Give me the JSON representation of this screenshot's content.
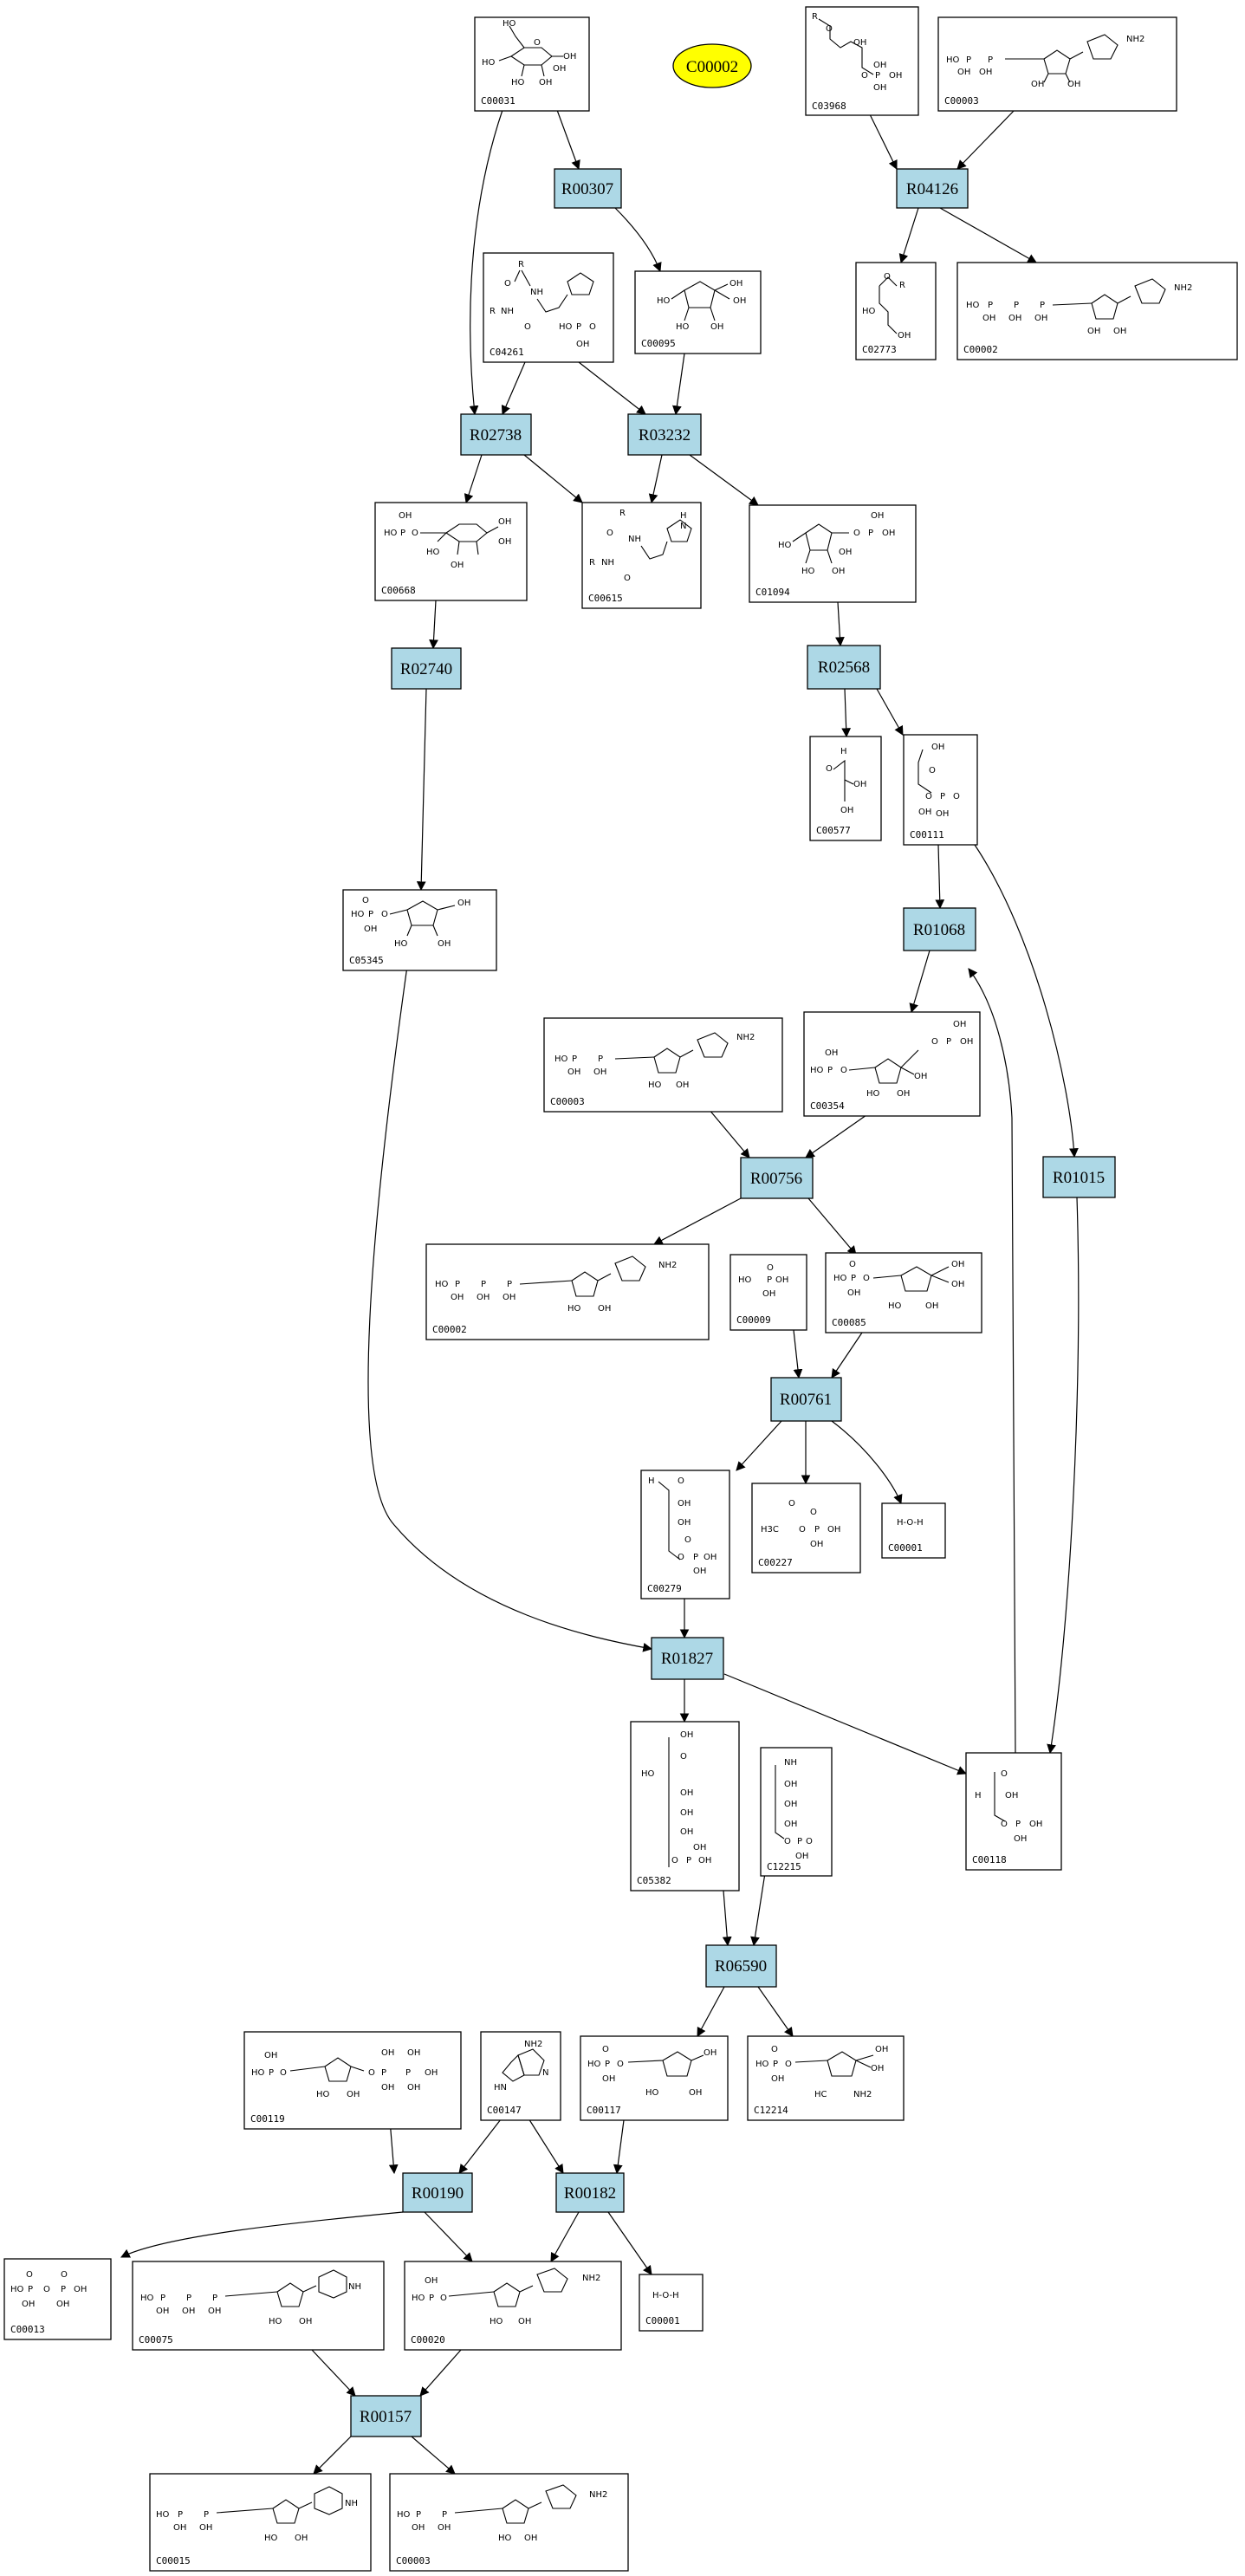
{
  "highlight": {
    "label": "C00002",
    "color": "#ffff00"
  },
  "reactions": {
    "R00307": "R00307",
    "R04126": "R04126",
    "R02738": "R02738",
    "R03232": "R03232",
    "R02740": "R02740",
    "R02568": "R02568",
    "R01068": "R01068",
    "R01015": "R01015",
    "R00756": "R00756",
    "R00761": "R00761",
    "R01827": "R01827",
    "R06590": "R06590",
    "R00190": "R00190",
    "R00182": "R00182",
    "R00157": "R00157"
  },
  "compounds": {
    "c00031": "C00031",
    "c03968": "C03968",
    "c00003_top": "C00003",
    "c04261": "C04261",
    "c00095": "C00095",
    "c02773": "C02773",
    "c00002_top": "C00002",
    "c00668": "C00668",
    "c00615": "C00615",
    "c01094": "C01094",
    "c00577": "C00577",
    "c00111": "C00111",
    "c05345": "C05345",
    "c00003_mid": "C00003",
    "c00354": "C00354",
    "c00002_mid": "C00002",
    "c00009": "C00009",
    "c00085": "C00085",
    "c00279": "C00279",
    "c00227": "C00227",
    "c00001_mid": "C00001",
    "c05382": "C05382",
    "c12215": "C12215",
    "c00118": "C00118",
    "c00119": "C00119",
    "c00147": "C00147",
    "c00117": "C00117",
    "c12214": "C12214",
    "c00013": "C00013",
    "c00075": "C00075",
    "c00020": "C00020",
    "c00001_bot": "C00001",
    "c00015": "C00015",
    "c00003_bot": "C00003"
  },
  "atoms": {
    "oh": "OH",
    "ho": "HO",
    "o": "O",
    "p": "P",
    "r": "R",
    "nh": "NH",
    "nh2": "NH2",
    "h": "H",
    "n": "N",
    "hn": "HN",
    "h3c": "H3C",
    "hoh": "H-O-H",
    "hc": "HC"
  },
  "colors": {
    "reaction_fill": "#add8e6",
    "highlight_fill": "#ffff00",
    "line": "#000000"
  }
}
